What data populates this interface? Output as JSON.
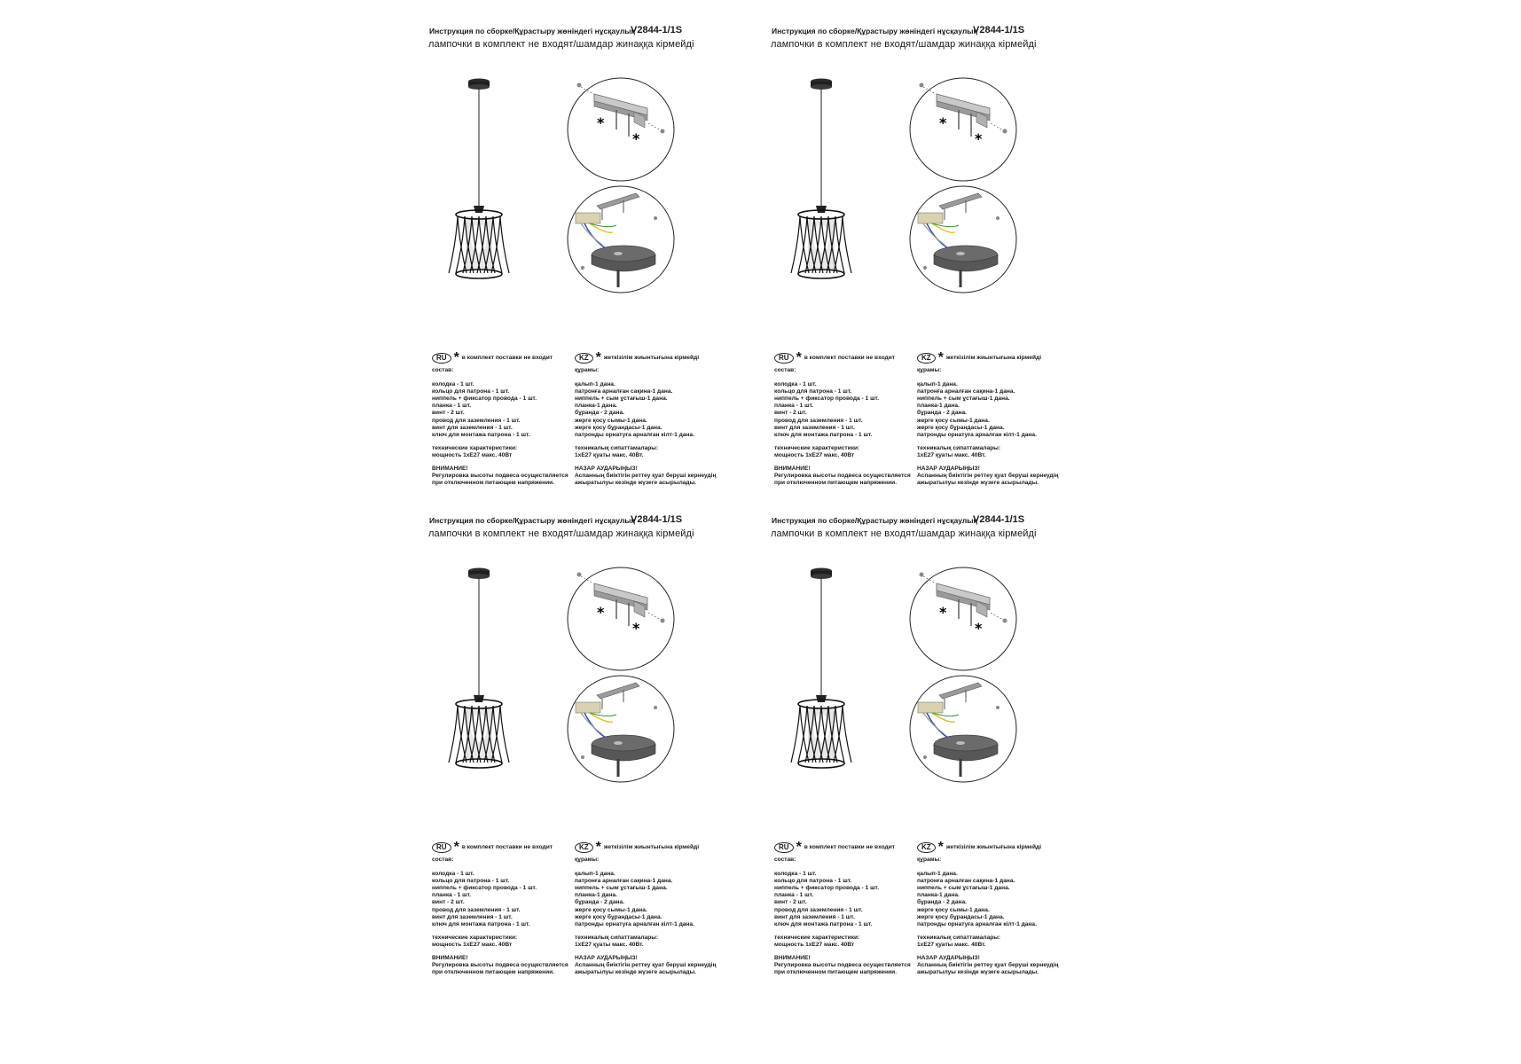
{
  "header_line1": "Инструкция по сборке/Құрастыру жөніндегі нұсқаулық",
  "model": "V2844-1/1S",
  "header_line2": "лампочки в комплект не входят/шамдар жинаққа кірмейді",
  "asterisk": "*",
  "ru": {
    "badge": "RU",
    "not_included": "в комплект поставки не входит",
    "contents_label": "состав:",
    "items": [
      "колодка - 1 шт.",
      "кольцо для патрона - 1 шт.",
      "ниппель + фиксатор провода - 1 шт.",
      "планка - 1 шт.",
      "винт - 2 шт.",
      "провод для заземления - 1 шт.",
      "винт для заземления - 1 шт.",
      "ключ для монтажа патрона - 1 шт."
    ],
    "specs_label": "технические характеристики:",
    "specs": "мощность 1xE27 макс. 40Вт",
    "warning_title": "ВНИМАНИЕ!",
    "warning_1": "Регулировка высоты подвеса осуществляется",
    "warning_2": "при отключенном питающем напряжении."
  },
  "kz": {
    "badge": "KZ",
    "not_included": "жеткізілім жиынтығына кірмейді",
    "contents_label": "құрамы:",
    "items": [
      "қалып-1 дана.",
      "патронға арналған сақина-1 дана.",
      "ниппель + сым ұстағыш-1 дана.",
      "планка-1 дана.",
      "бұранда - 2 дана.",
      "жерге қосу сымы-1 дана.",
      "жерге қосу бұрандасы-1 дана.",
      "патронды орнатуға арналған кілт-1 дана."
    ],
    "specs_label": "техникалық сипаттамалары:",
    "specs": "1xE27 қуаты макс. 40Вт.",
    "warning_title": "НАЗАР АУДАРЫҢЫЗ!",
    "warning_1": "Аспанның биіктігін реттеу қуат беруші кернеудің",
    "warning_2": "ажыратылуы кезінде жүзеге асырылады."
  }
}
